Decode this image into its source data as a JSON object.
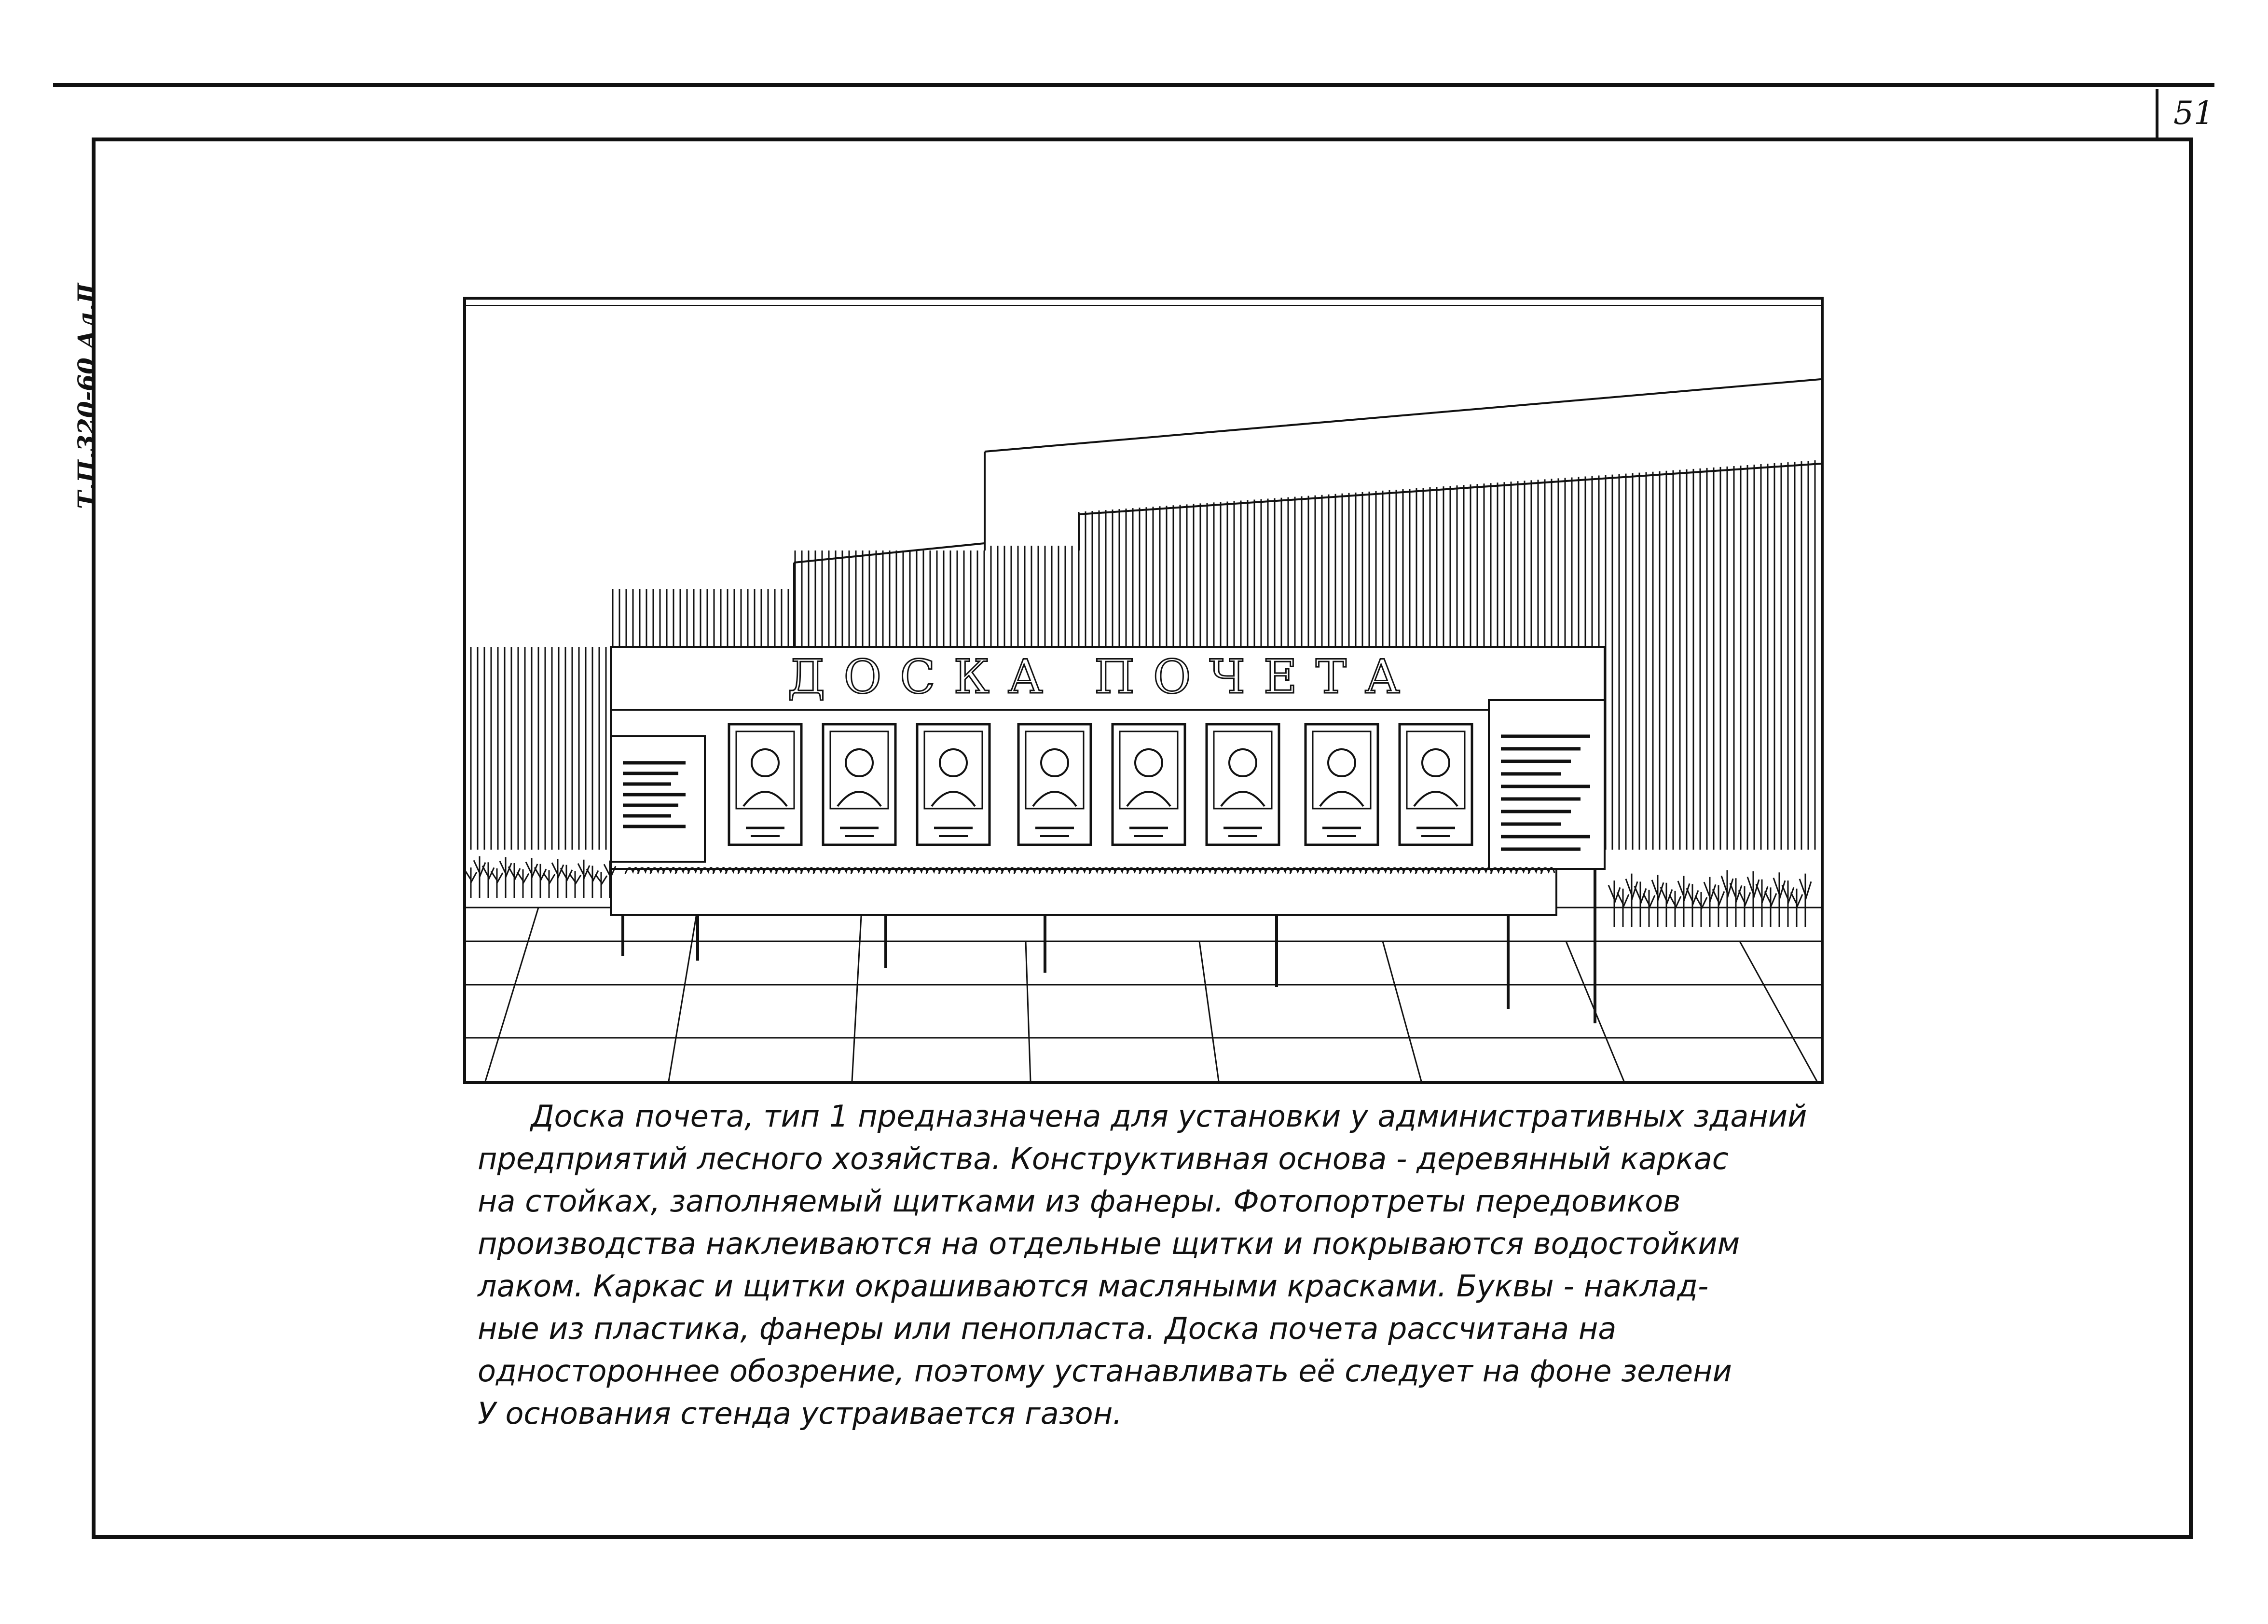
{
  "page": {
    "number": "51",
    "side_code": "Т.П.320-60  Ал.Ⅱ"
  },
  "illustration": {
    "board_title": "ДОСКА ПОЧЕТА",
    "portrait_count": 8
  },
  "caption": {
    "lines": [
      "Доска почета, тип 1 предназначена для установки у административных зданий",
      "предприятий лесного хозяйства. Конструктивная основа - деревянный каркас",
      "на стойках, заполняемый щитками из фанеры. Фотопортреты передовиков",
      "производства наклеиваются на отдельные щитки и покрываются водостойким",
      "лаком. Каркас и щитки окрашиваются масляными красками. Буквы - наклад-",
      "ные из пластика, фанеры или пенопласта. Доска почета рассчитана на",
      "одностороннее обозрение, поэтому устанавливать её следует на фоне зелени",
      "У основания стенда устраивается газон."
    ]
  },
  "colors": {
    "ink": "#111111",
    "paper": "#ffffff"
  }
}
